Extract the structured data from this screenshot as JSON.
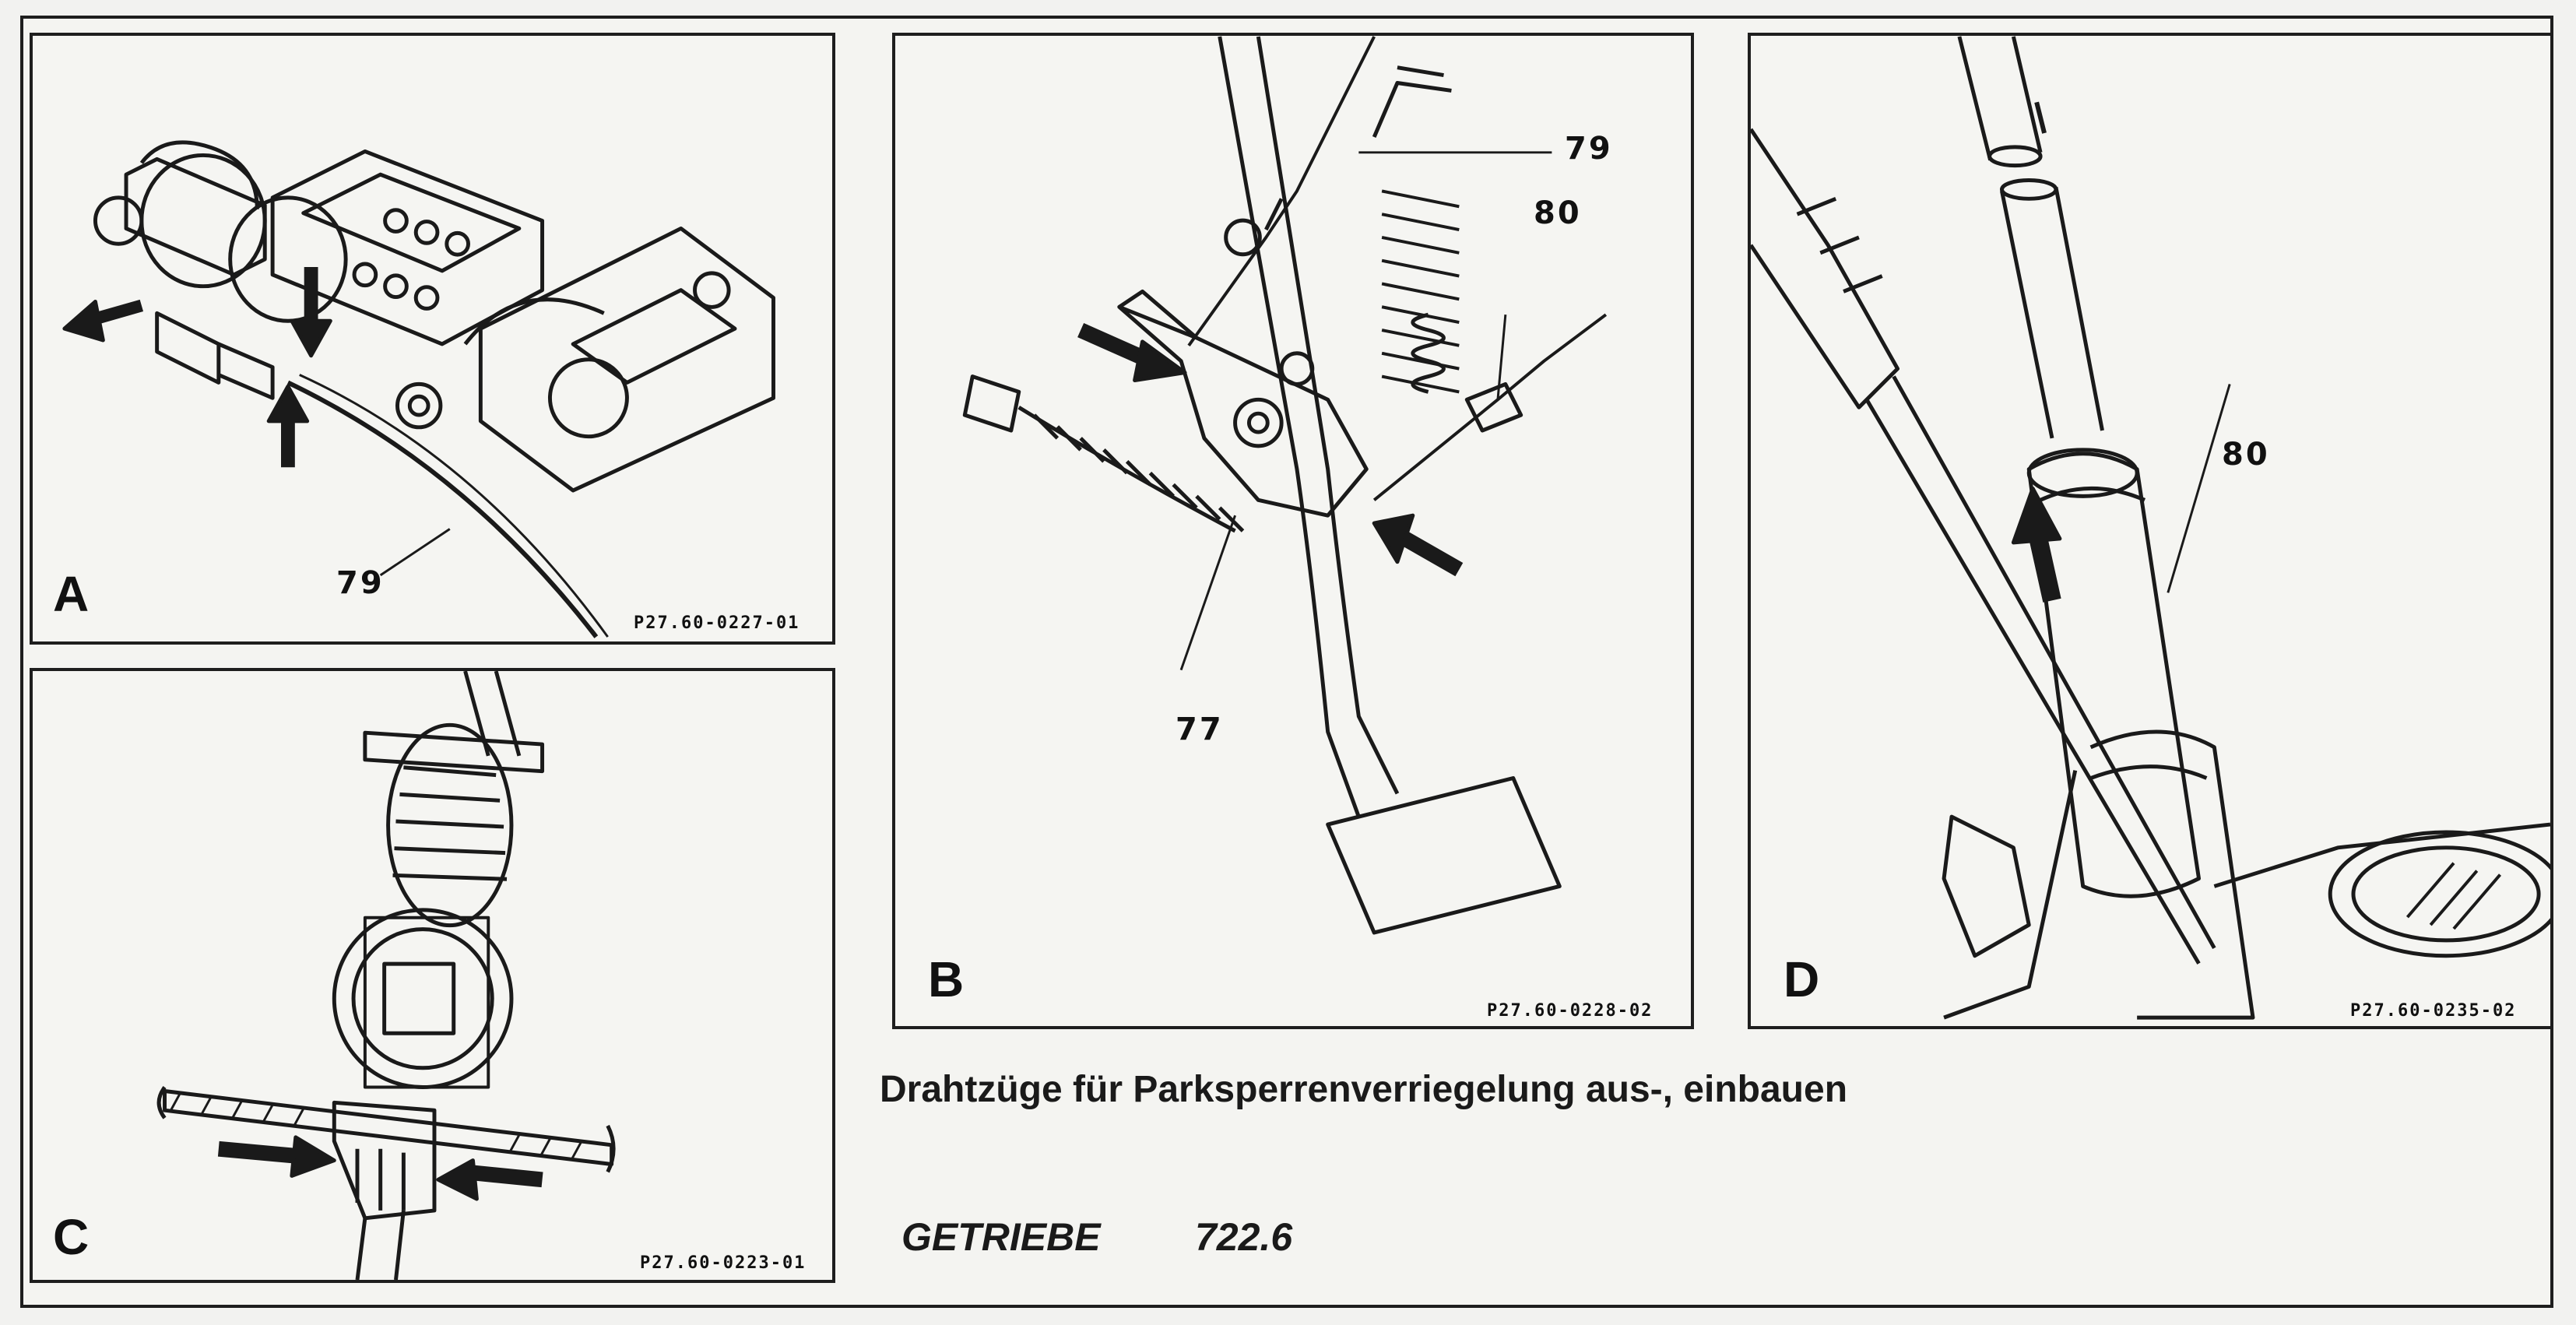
{
  "panels": [
    {
      "id": "A",
      "letter": "A",
      "code": "P27.60-0227-01",
      "callouts": [
        "79"
      ]
    },
    {
      "id": "B",
      "letter": "B",
      "code": "P27.60-0228-02",
      "callouts": [
        "79",
        "80",
        "77"
      ]
    },
    {
      "id": "C",
      "letter": "C",
      "code": "P27.60-0223-01",
      "callouts": []
    },
    {
      "id": "D",
      "letter": "D",
      "code": "P27.60-0235-02",
      "callouts": [
        "80"
      ]
    }
  ],
  "caption": "Drahtzüge für Parksperrenverriegelung aus-, einbauen",
  "footer": {
    "label": "GETRIEBE",
    "number": "722.6"
  }
}
